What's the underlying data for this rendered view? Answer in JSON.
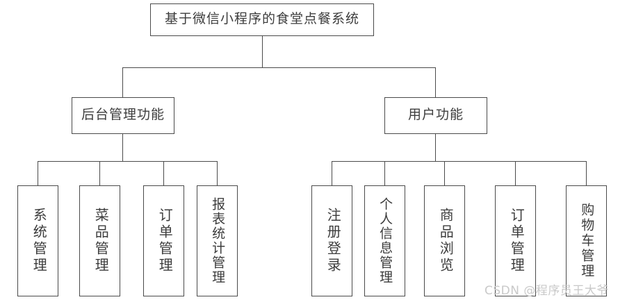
{
  "diagram": {
    "type": "tree",
    "title": "基于微信小程序的食堂点餐系统",
    "root": {
      "label": "基于微信小程序的食堂点餐系统"
    },
    "branches": [
      {
        "label": "后台管理功能",
        "children": [
          {
            "label": "系统管理"
          },
          {
            "label": "菜品管理"
          },
          {
            "label": "订单管理"
          },
          {
            "label": "报表统计管理"
          }
        ]
      },
      {
        "label": "用户功能",
        "children": [
          {
            "label": "注册登录"
          },
          {
            "label": "个人信息管理"
          },
          {
            "label": "商品浏览"
          },
          {
            "label": "订单管理"
          },
          {
            "label": "购物车管理"
          }
        ]
      }
    ]
  },
  "watermark": {
    "text": "CSDN @程序员王大爷"
  },
  "colors": {
    "border": "#4a4a4a",
    "text": "#3c3c3c",
    "background": "#ffffff",
    "watermark": "#c9c9c9"
  }
}
